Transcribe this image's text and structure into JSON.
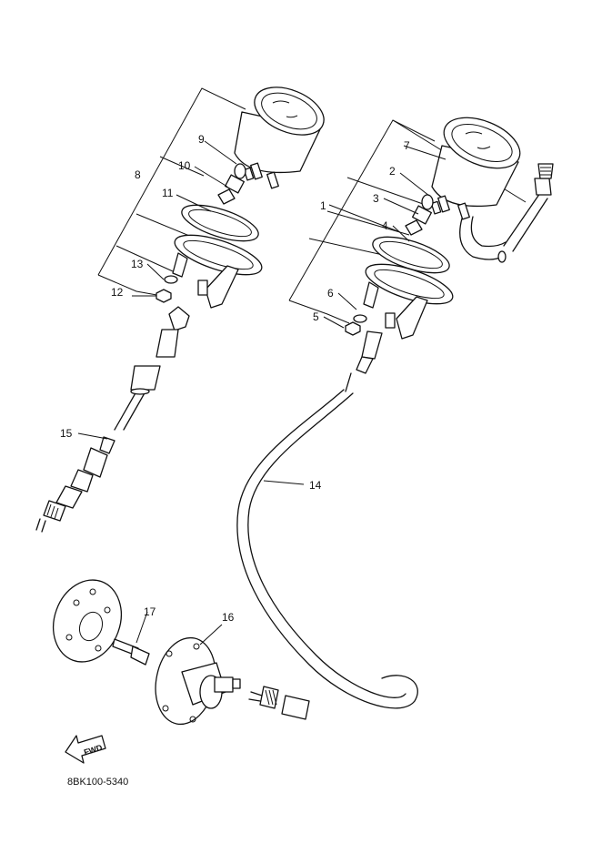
{
  "diagram": {
    "callouts": {
      "c1": "1",
      "c2": "2",
      "c3": "3",
      "c4": "4",
      "c5": "5",
      "c6": "6",
      "c7": "7",
      "c8": "8",
      "c9": "9",
      "c10": "10",
      "c11": "11",
      "c12": "12",
      "c13": "13",
      "c14": "14",
      "c15": "15",
      "c16": "16",
      "c17": "17"
    },
    "fwd_label": "FWD",
    "diagram_code": "8BK100-5340"
  }
}
